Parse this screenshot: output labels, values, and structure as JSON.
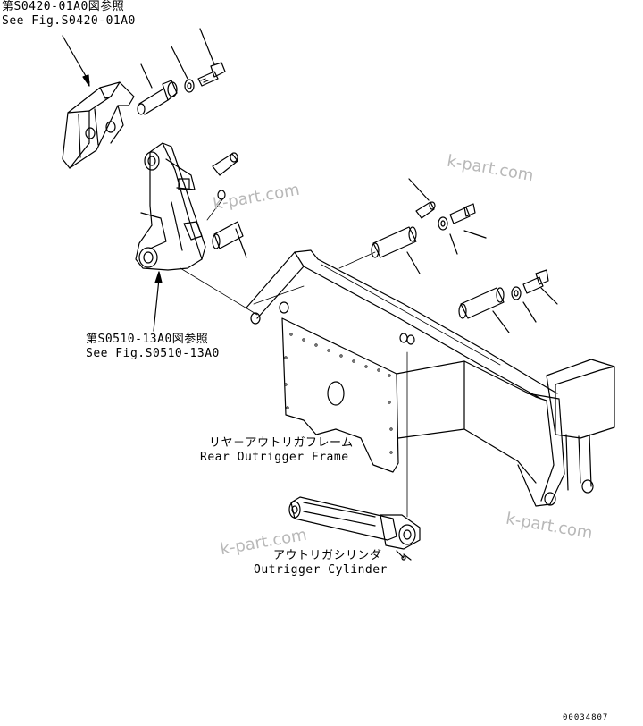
{
  "refs": {
    "top_ref_jp": "第S0420-01A0図参照",
    "top_ref_en": "See Fig.S0420-01A0",
    "mid_ref_jp": "第S0510-13A0図参照",
    "mid_ref_en": "See Fig.S0510-13A0"
  },
  "parts": {
    "frame_jp": "リヤ－アウトリガフレーム",
    "frame_en": "Rear Outrigger Frame",
    "cylinder_jp": "アウトリガシリンダ",
    "cylinder_en": "Outrigger Cylinder"
  },
  "watermarks": [
    "k-part.com",
    "k-part.com",
    "k-part.com",
    "k-part.com"
  ],
  "figure_number": "00034807"
}
